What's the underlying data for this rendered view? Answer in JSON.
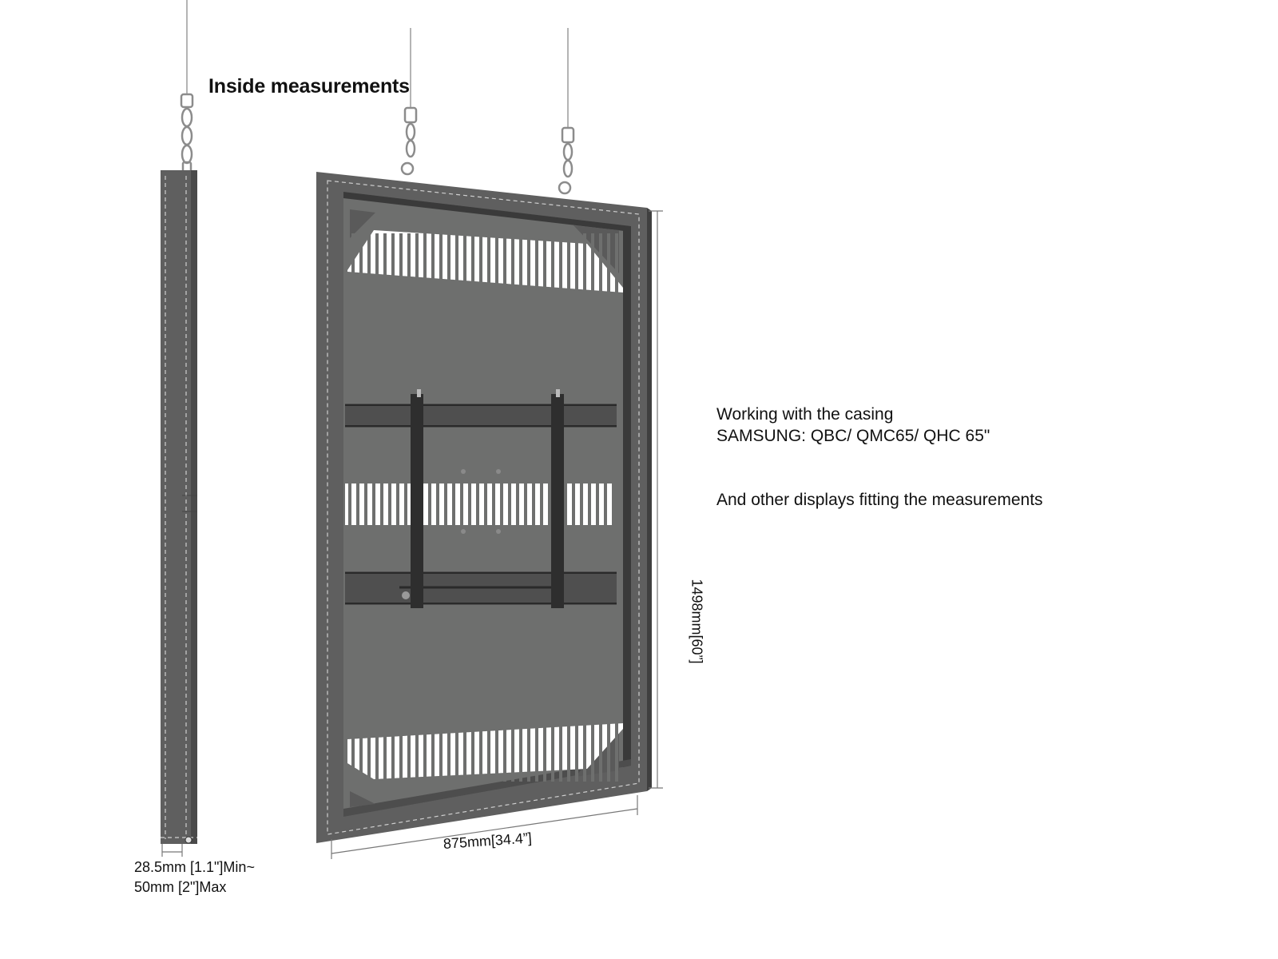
{
  "title": "Inside measurements",
  "description": {
    "line1": "Working with the casing",
    "line2": "SAMSUNG: QBC/ QMC65/ QHC 65\"",
    "line3": "And other displays fitting the measurements"
  },
  "dimensions": {
    "depth_min": "28.5mm [1.1\"]Min~",
    "depth_max": "50mm [2\"]Max",
    "width": "875mm[34.4”]",
    "height": "1498mm[60”]"
  },
  "colors": {
    "casing": "#5f5f5f",
    "casing_dark": "#3f3f3f",
    "back_panel": "#6e6f6e",
    "bracket": "#2e2e2e",
    "stitch": "#cfcfcf",
    "dimension_line": "#777777"
  }
}
